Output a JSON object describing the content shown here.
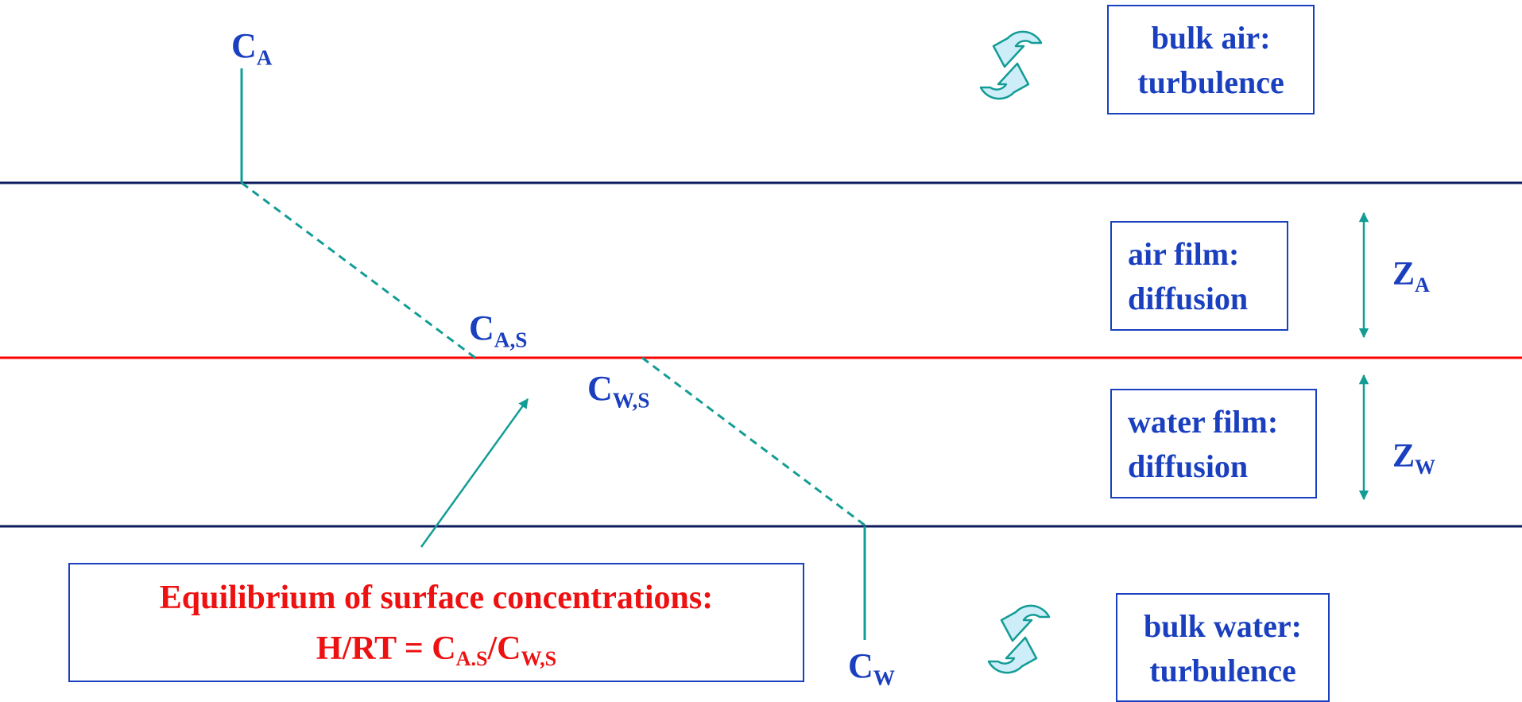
{
  "concentrations": {
    "bulk_air": {
      "main": "C",
      "sub": "A"
    },
    "air_surface": {
      "main": "C",
      "sub": "A,S"
    },
    "water_surface": {
      "main": "C",
      "sub": "W,S"
    },
    "bulk_water": {
      "main": "C",
      "sub": "W"
    }
  },
  "layers": {
    "bulk_air": {
      "line1": "bulk air:",
      "line2": "turbulence"
    },
    "air_film": {
      "line1": "air film:",
      "line2": "diffusion"
    },
    "water_film": {
      "line1": "water film:",
      "line2": "diffusion"
    },
    "bulk_water": {
      "line1": "bulk water:",
      "line2": "turbulence"
    }
  },
  "thickness": {
    "air": {
      "main": "Z",
      "sub": "A"
    },
    "water": {
      "main": "Z",
      "sub": "W"
    }
  },
  "equilibrium": {
    "line1": "Equilibrium of surface concentrations:",
    "lhs": "H/RT = C",
    "sub1": "A.S",
    "slash": "/C",
    "sub2": "W,S"
  },
  "icons": [
    "turbulence-cycle-icon",
    "turbulence-cycle-icon"
  ],
  "colors": {
    "text_blue": "#1a3fbf",
    "equation_red": "#ee1111",
    "interface_red": "#ff0000",
    "boundary_navy": "#0d1b5e",
    "profile_teal": "#139c96",
    "icon_fill": "#cdeef8"
  }
}
